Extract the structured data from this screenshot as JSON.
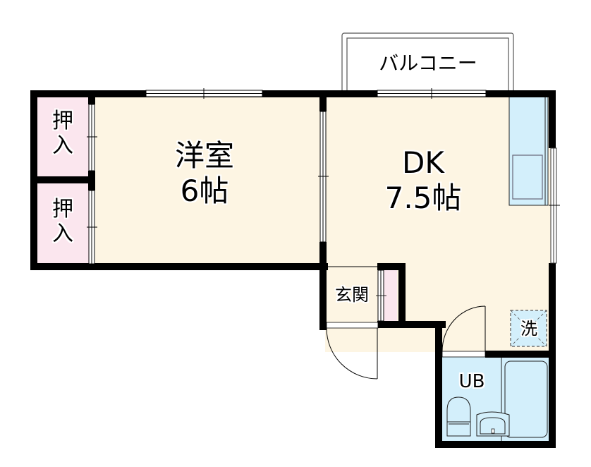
{
  "floor_plan": {
    "rooms": [
      {
        "id": "western_room",
        "name": "洋室",
        "size": "6帖"
      },
      {
        "id": "dk",
        "name": "DK",
        "size": "7.5帖"
      },
      {
        "id": "closet_upper",
        "name_line1": "押",
        "name_line2": "入"
      },
      {
        "id": "closet_lower",
        "name_line1": "押",
        "name_line2": "入"
      },
      {
        "id": "entrance",
        "name": "玄関"
      },
      {
        "id": "unit_bath",
        "name": "UB"
      },
      {
        "id": "washer",
        "name": "洗"
      },
      {
        "id": "balcony",
        "name": "バルコニー"
      }
    ],
    "colors": {
      "wall": "#000000",
      "room_floor": "#fdf5e3",
      "closet_floor": "#fbe6ee",
      "wet_area": "#d3effb",
      "background": "#ffffff"
    }
  }
}
